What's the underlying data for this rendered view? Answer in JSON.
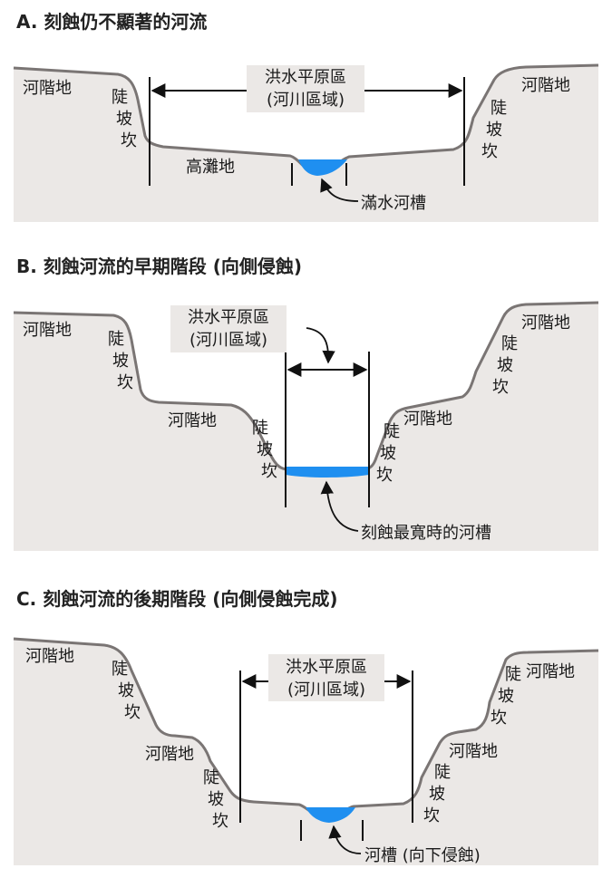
{
  "colors": {
    "ground": "#ebe8e6",
    "surface": "#7a7574",
    "water": "#1f8ff0",
    "line": "#111111"
  },
  "panels": {
    "a": {
      "title": "A. 刻蝕仍不顯著的河流",
      "terrace": "河階地",
      "scarp": [
        "陡",
        "坡",
        "坎"
      ],
      "floodplain": "洪水平原區",
      "river_zone": "(河川區域)",
      "high_flat": "高灘地",
      "channel": "滿水河槽"
    },
    "b": {
      "title": "B. 刻蝕河流的早期階段 (向側侵蝕)",
      "terrace": "河階地",
      "scarp": [
        "陡",
        "坡",
        "坎"
      ],
      "floodplain": "洪水平原區",
      "river_zone": "(河川區域)",
      "channel": "刻蝕最寬時的河槽"
    },
    "c": {
      "title": "C. 刻蝕河流的後期階段 (向側侵蝕完成)",
      "terrace": "河階地",
      "scarp": [
        "陡",
        "坡",
        "坎"
      ],
      "floodplain": "洪水平原區",
      "river_zone": "(河川區域)",
      "channel": "河槽 (向下侵蝕)"
    }
  }
}
